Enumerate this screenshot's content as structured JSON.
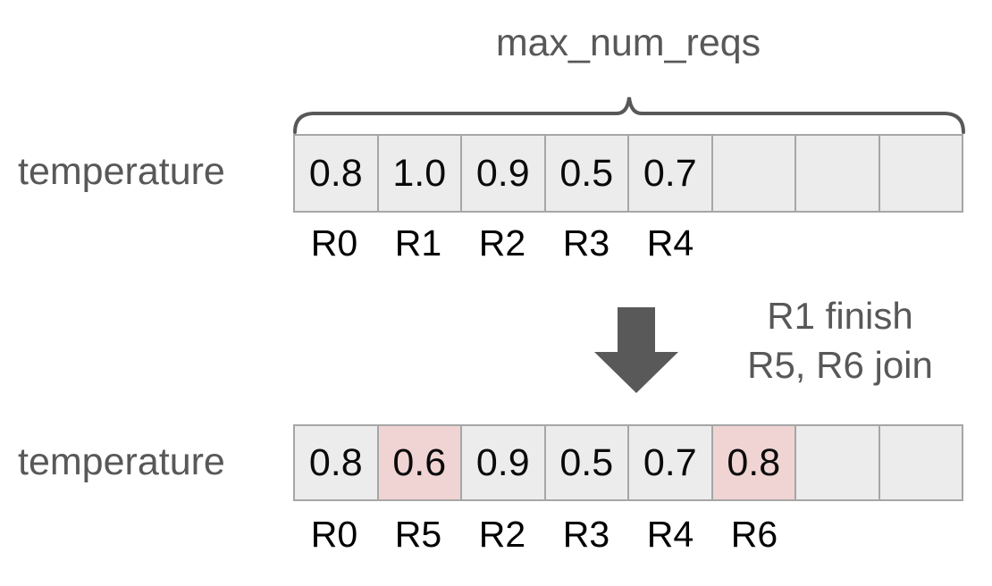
{
  "diagram": {
    "title": "max_num_reqs",
    "brace": {
      "label": "max_num_reqs",
      "color": "#585858"
    },
    "arrow": {
      "icon": "down-arrow-icon",
      "color": "#595959"
    },
    "note": {
      "line1": "R1 finish",
      "line2": "R5, R6 join"
    },
    "colors": {
      "cell_background": "#ececec",
      "cell_highlight": "#f0d3d3",
      "cell_border": "#a6a6a6",
      "label_text": "#585858",
      "value_text": "#0a0a0a"
    },
    "rows": [
      {
        "label": "temperature",
        "capacity": 8,
        "cells": [
          {
            "value": "0.8",
            "highlighted": false,
            "id": "R0"
          },
          {
            "value": "1.0",
            "highlighted": false,
            "id": "R1"
          },
          {
            "value": "0.9",
            "highlighted": false,
            "id": "R2"
          },
          {
            "value": "0.5",
            "highlighted": false,
            "id": "R3"
          },
          {
            "value": "0.7",
            "highlighted": false,
            "id": "R4"
          },
          {
            "value": "",
            "highlighted": false,
            "id": ""
          },
          {
            "value": "",
            "highlighted": false,
            "id": ""
          },
          {
            "value": "",
            "highlighted": false,
            "id": ""
          }
        ]
      },
      {
        "label": "temperature",
        "capacity": 8,
        "cells": [
          {
            "value": "0.8",
            "highlighted": false,
            "id": "R0"
          },
          {
            "value": "0.6",
            "highlighted": true,
            "id": "R5"
          },
          {
            "value": "0.9",
            "highlighted": false,
            "id": "R2"
          },
          {
            "value": "0.5",
            "highlighted": false,
            "id": "R3"
          },
          {
            "value": "0.7",
            "highlighted": false,
            "id": "R4"
          },
          {
            "value": "0.8",
            "highlighted": true,
            "id": "R6"
          },
          {
            "value": "",
            "highlighted": false,
            "id": ""
          },
          {
            "value": "",
            "highlighted": false,
            "id": ""
          }
        ]
      }
    ]
  }
}
